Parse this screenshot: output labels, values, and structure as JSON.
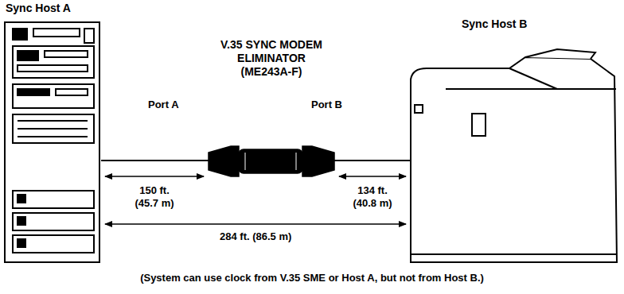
{
  "diagram": {
    "caption": "(System can use clock from V.35 SME or Host A, but not from Host B.)",
    "nodes": [
      {
        "text": [
          "Sync Host A"
        ]
      },
      {
        "text": [
          "V.35 SYNC MODEM ELIMINATOR (ME243A-F)"
        ]
      },
      {
        "text": [
          "Sync Host B"
        ]
      }
    ],
    "edges": [
      {
        "from": 0,
        "to": 1,
        "arrow": "none"
      },
      {
        "from": 1,
        "to": 2,
        "arrow": "none"
      }
    ],
    "labels": [
      "Port A",
      "Port B",
      "150 ft. (45.7 m)",
      "134 ft. (40.8 m)",
      "284 ft. (86.5 m)"
    ]
  }
}
